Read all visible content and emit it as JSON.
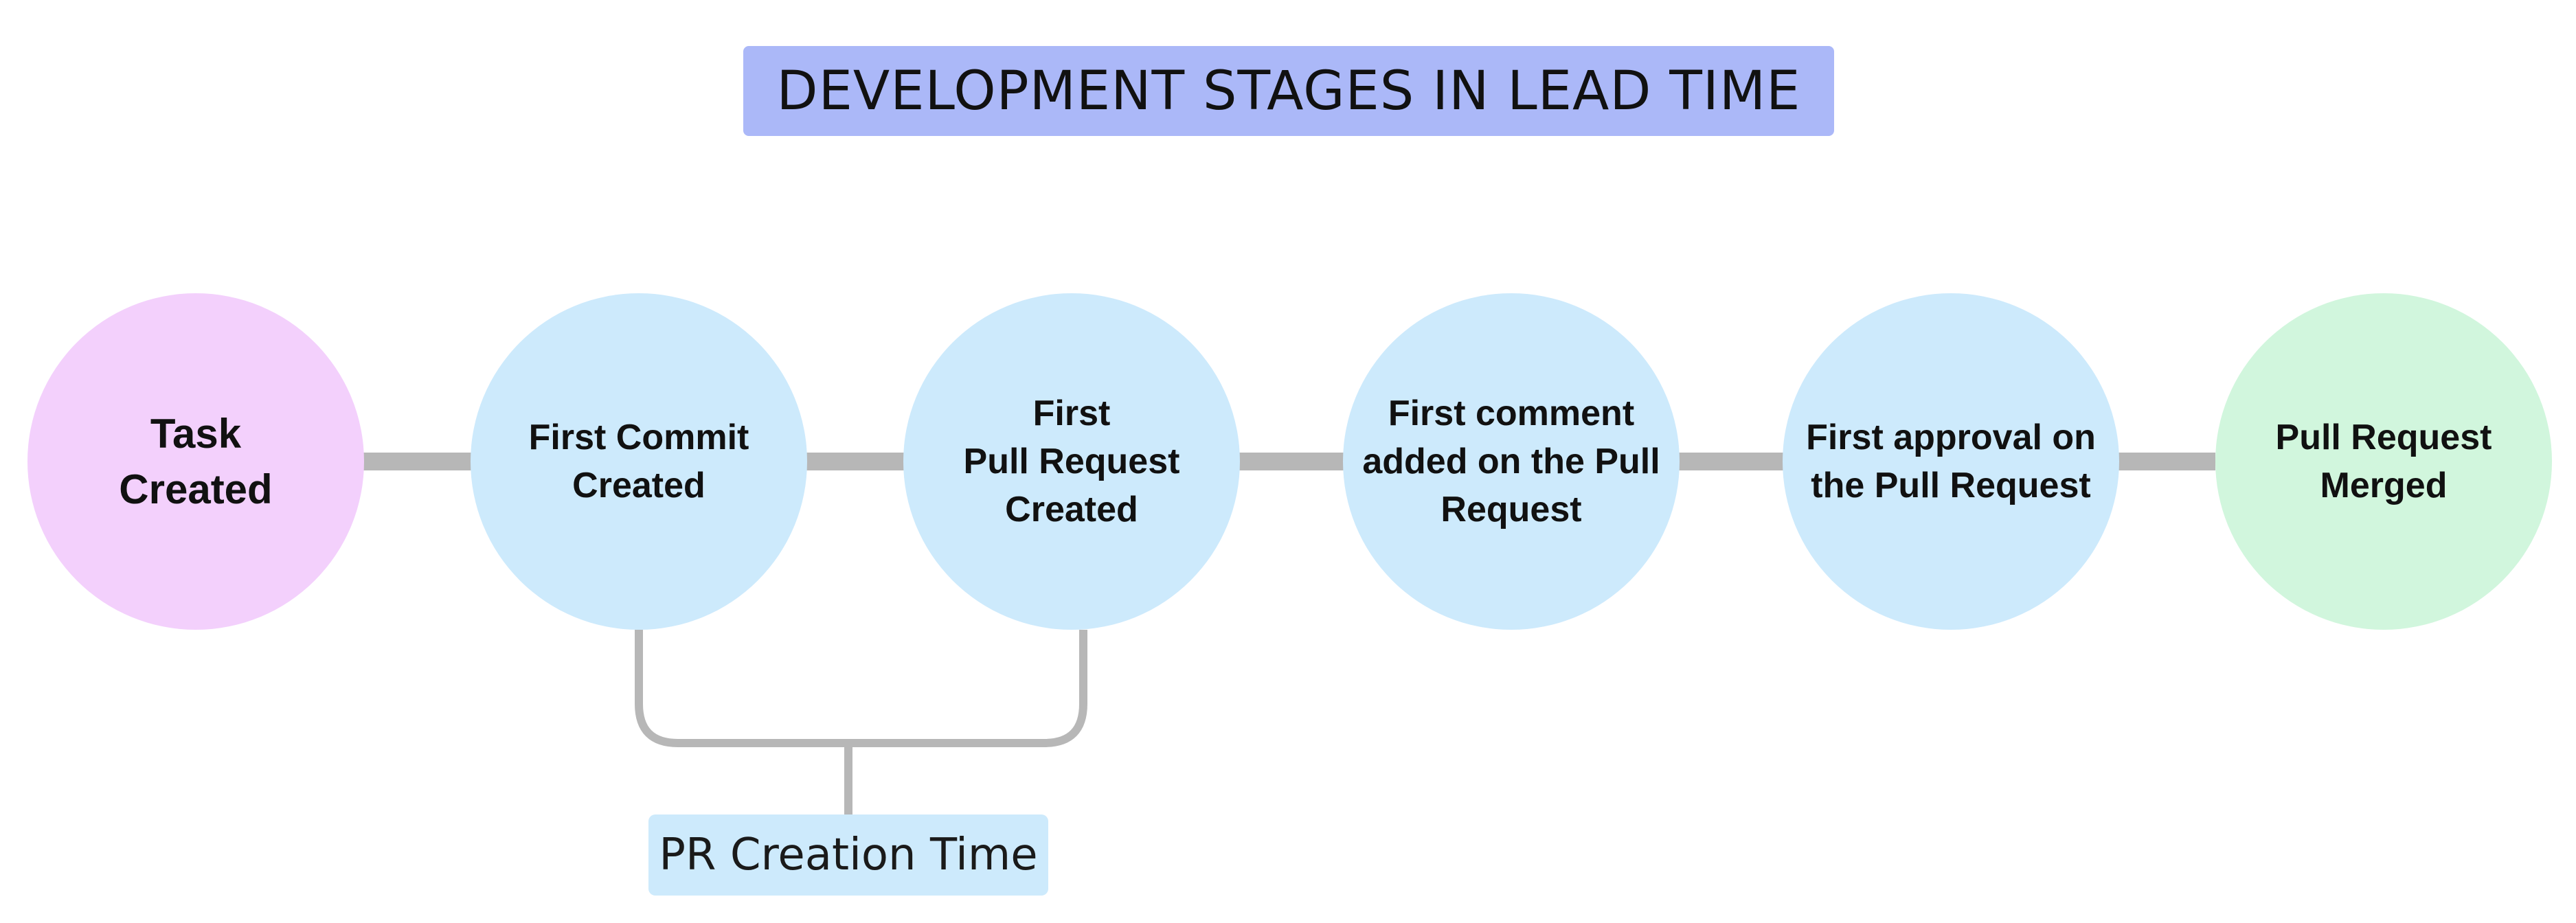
{
  "title": "DEVELOPMENT STAGES IN LEAD TIME",
  "colors": {
    "title_background": "#abb8f8",
    "start_node": "#f3d0fc",
    "stage_node": "#cdeafc",
    "end_node": "#d1f6dd",
    "connector": "#b7b7b7",
    "annotation_background": "#cdeafc",
    "text": "#111111"
  },
  "stages": [
    {
      "label": "Task\nCreated"
    },
    {
      "label": "First Commit\nCreated"
    },
    {
      "label": "First\nPull Request\nCreated"
    },
    {
      "label": "First comment\nadded on the Pull\nRequest"
    },
    {
      "label": "First approval on\nthe Pull Request"
    },
    {
      "label": "Pull Request\nMerged"
    }
  ],
  "annotation": {
    "label": "PR Creation Time"
  }
}
